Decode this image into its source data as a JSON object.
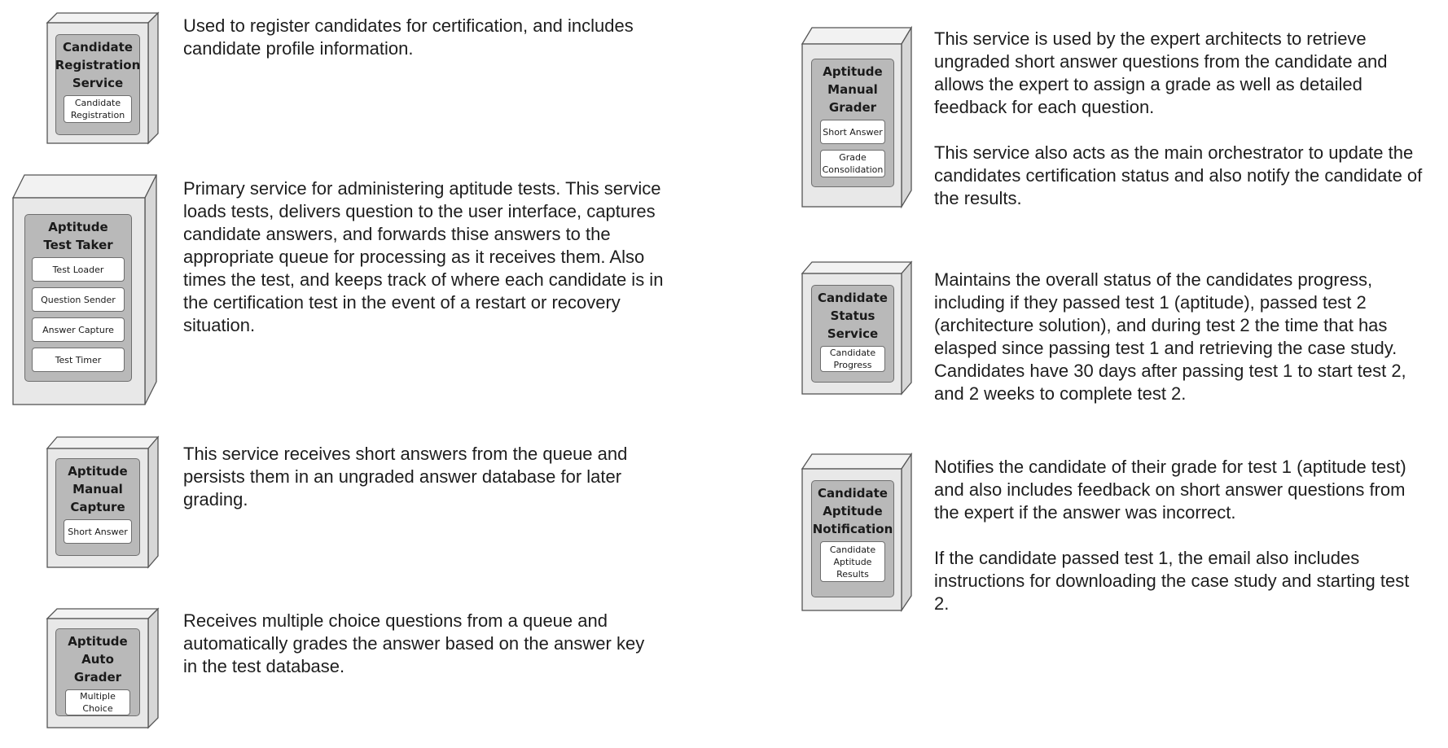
{
  "services": [
    {
      "name": "Candidate\nRegistration\nService",
      "components": [
        "Candidate\nRegistration"
      ],
      "description": [
        "Used to register candidates for certification, and includes candidate profile information."
      ]
    },
    {
      "name": "Aptitude\nTest Taker",
      "components": [
        "Test Loader",
        "Question Sender",
        "Answer Capture",
        "Test Timer"
      ],
      "description": [
        "Primary service for administering aptitude tests. This service loads tests, delivers question to the user interface, captures candidate answers, and forwards thise answers to the appropriate queue for processing as it receives them. Also times the test, and keeps track of where each candidate is in the certification test in the event of a restart or recovery situation."
      ]
    },
    {
      "name": "Aptitude\nManual\nCapture",
      "components": [
        "Short Answer"
      ],
      "description": [
        "This service receives short answers from the queue and persists them in an ungraded answer database for later grading."
      ]
    },
    {
      "name": "Aptitude\nAuto Grader",
      "components": [
        "Multiple\nChoice"
      ],
      "description": [
        "Receives multiple choice questions from a queue and automatically grades the answer based on the answer key in the test database."
      ]
    },
    {
      "name": "Aptitude\nManual\nGrader",
      "components": [
        "Short Answer",
        "Grade\nConsolidation"
      ],
      "description": [
        "This service is used by the expert architects to retrieve ungraded short answer questions from the candidate and allows the expert to assign a grade as well as detailed feedback for each question.",
        "This service also acts as the main orchestrator to update the candidates certification status and also notify the candidate of the results."
      ]
    },
    {
      "name": "Candidate\nStatus\nService",
      "components": [
        "Candidate\nProgress"
      ],
      "description": [
        "Maintains the overall status of the candidates progress, including if they passed test 1 (aptitude), passed test 2 (architecture solution), and during test 2 the time that has elasped since passing test 1 and retrieving the case study. Candidates have 30 days after passing test 1 to start test 2, and 2 weeks to complete test 2."
      ]
    },
    {
      "name": "Candidate\nAptitude\nNotification",
      "components": [
        "Candidate\nAptitude\nResults"
      ],
      "description": [
        "Notifies the candidate of their grade for test 1 (aptitude test) and also includes feedback on short answer questions from the expert if the answer was incorrect.",
        "If the candidate passed test 1, the email also includes instructions for downloading the case study and starting test 2."
      ]
    }
  ]
}
